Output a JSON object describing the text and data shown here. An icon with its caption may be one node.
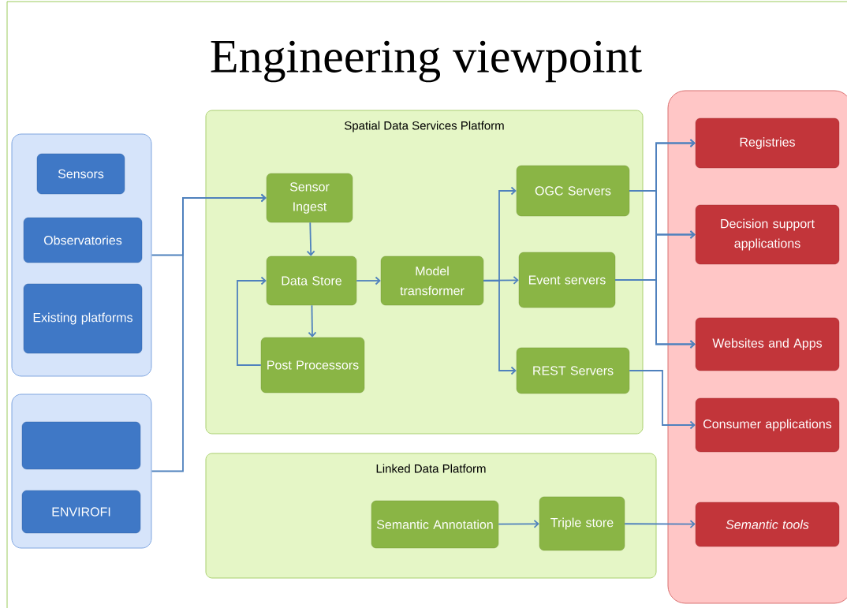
{
  "diagram": {
    "title": "Engineering viewpoint",
    "nodes": [
      {
        "text": [],
        "shape": "box"
      },
      {
        "text": [
          "Sensors"
        ],
        "in": 0
      },
      {
        "text": [
          "Observatories"
        ],
        "in": 0
      },
      {
        "text": [
          "Existing platforms"
        ],
        "in": 0
      },
      {
        "text": [],
        "shape": "box"
      },
      {
        "text": [],
        "shape": "box",
        "in": 4
      },
      {
        "text": [
          "ENVIROFI"
        ],
        "in": 4
      },
      {
        "text": [
          "Spatial Data Services Platform"
        ]
      },
      {
        "text": [
          "Sensor Ingest"
        ],
        "in": 7
      },
      {
        "text": [
          "Data Store"
        ],
        "in": 7
      },
      {
        "text": [
          "Post Processors"
        ],
        "in": 7
      },
      {
        "text": [
          "Model transformer"
        ],
        "in": 7
      },
      {
        "text": [
          "OGC Servers"
        ],
        "in": 7
      },
      {
        "text": [
          "Event servers"
        ],
        "in": 7
      },
      {
        "text": [
          "REST Servers"
        ],
        "in": 7
      },
      {
        "text": [
          "Linked Data Platform"
        ]
      },
      {
        "text": [
          "Semantic Annotation"
        ],
        "in": 15
      },
      {
        "text": [
          "Triple store"
        ],
        "in": 15
      },
      {
        "text": [],
        "shape": "box"
      },
      {
        "text": [
          "Registries"
        ],
        "in": 18
      },
      {
        "text": [
          "Decision support applications"
        ],
        "in": 18
      },
      {
        "text": [
          "Websites and Apps"
        ],
        "in": 18
      },
      {
        "text": [
          "Consumer applications"
        ],
        "in": 18
      },
      {
        "text": [
          "Semantic tools"
        ],
        "in": 18
      }
    ],
    "edges": [
      {
        "from": 0,
        "to": 8,
        "arrow": "to"
      },
      {
        "from": 4,
        "to": 8,
        "arrow": "to"
      },
      {
        "from": 8,
        "to": 9,
        "arrow": "to"
      },
      {
        "from": 9,
        "to": 10,
        "arrow": "to"
      },
      {
        "from": 10,
        "to": 9,
        "arrow": "to"
      },
      {
        "from": 9,
        "to": 11,
        "arrow": "to"
      },
      {
        "from": 11,
        "to": 12,
        "arrow": "to"
      },
      {
        "from": 11,
        "to": 13,
        "arrow": "to"
      },
      {
        "from": 11,
        "to": 14,
        "arrow": "to"
      },
      {
        "from": 12,
        "to": 19,
        "arrow": "to"
      },
      {
        "from": 12,
        "to": 20,
        "arrow": "to"
      },
      {
        "from": 12,
        "to": 21,
        "arrow": "to"
      },
      {
        "from": 13,
        "to": 19,
        "arrow": "to"
      },
      {
        "from": 13,
        "to": 20,
        "arrow": "to"
      },
      {
        "from": 13,
        "to": 21,
        "arrow": "to"
      },
      {
        "from": 14,
        "to": 22,
        "arrow": "to"
      },
      {
        "from": 16,
        "to": 17,
        "arrow": "to"
      },
      {
        "from": 17,
        "to": 23,
        "arrow": "to"
      }
    ]
  }
}
